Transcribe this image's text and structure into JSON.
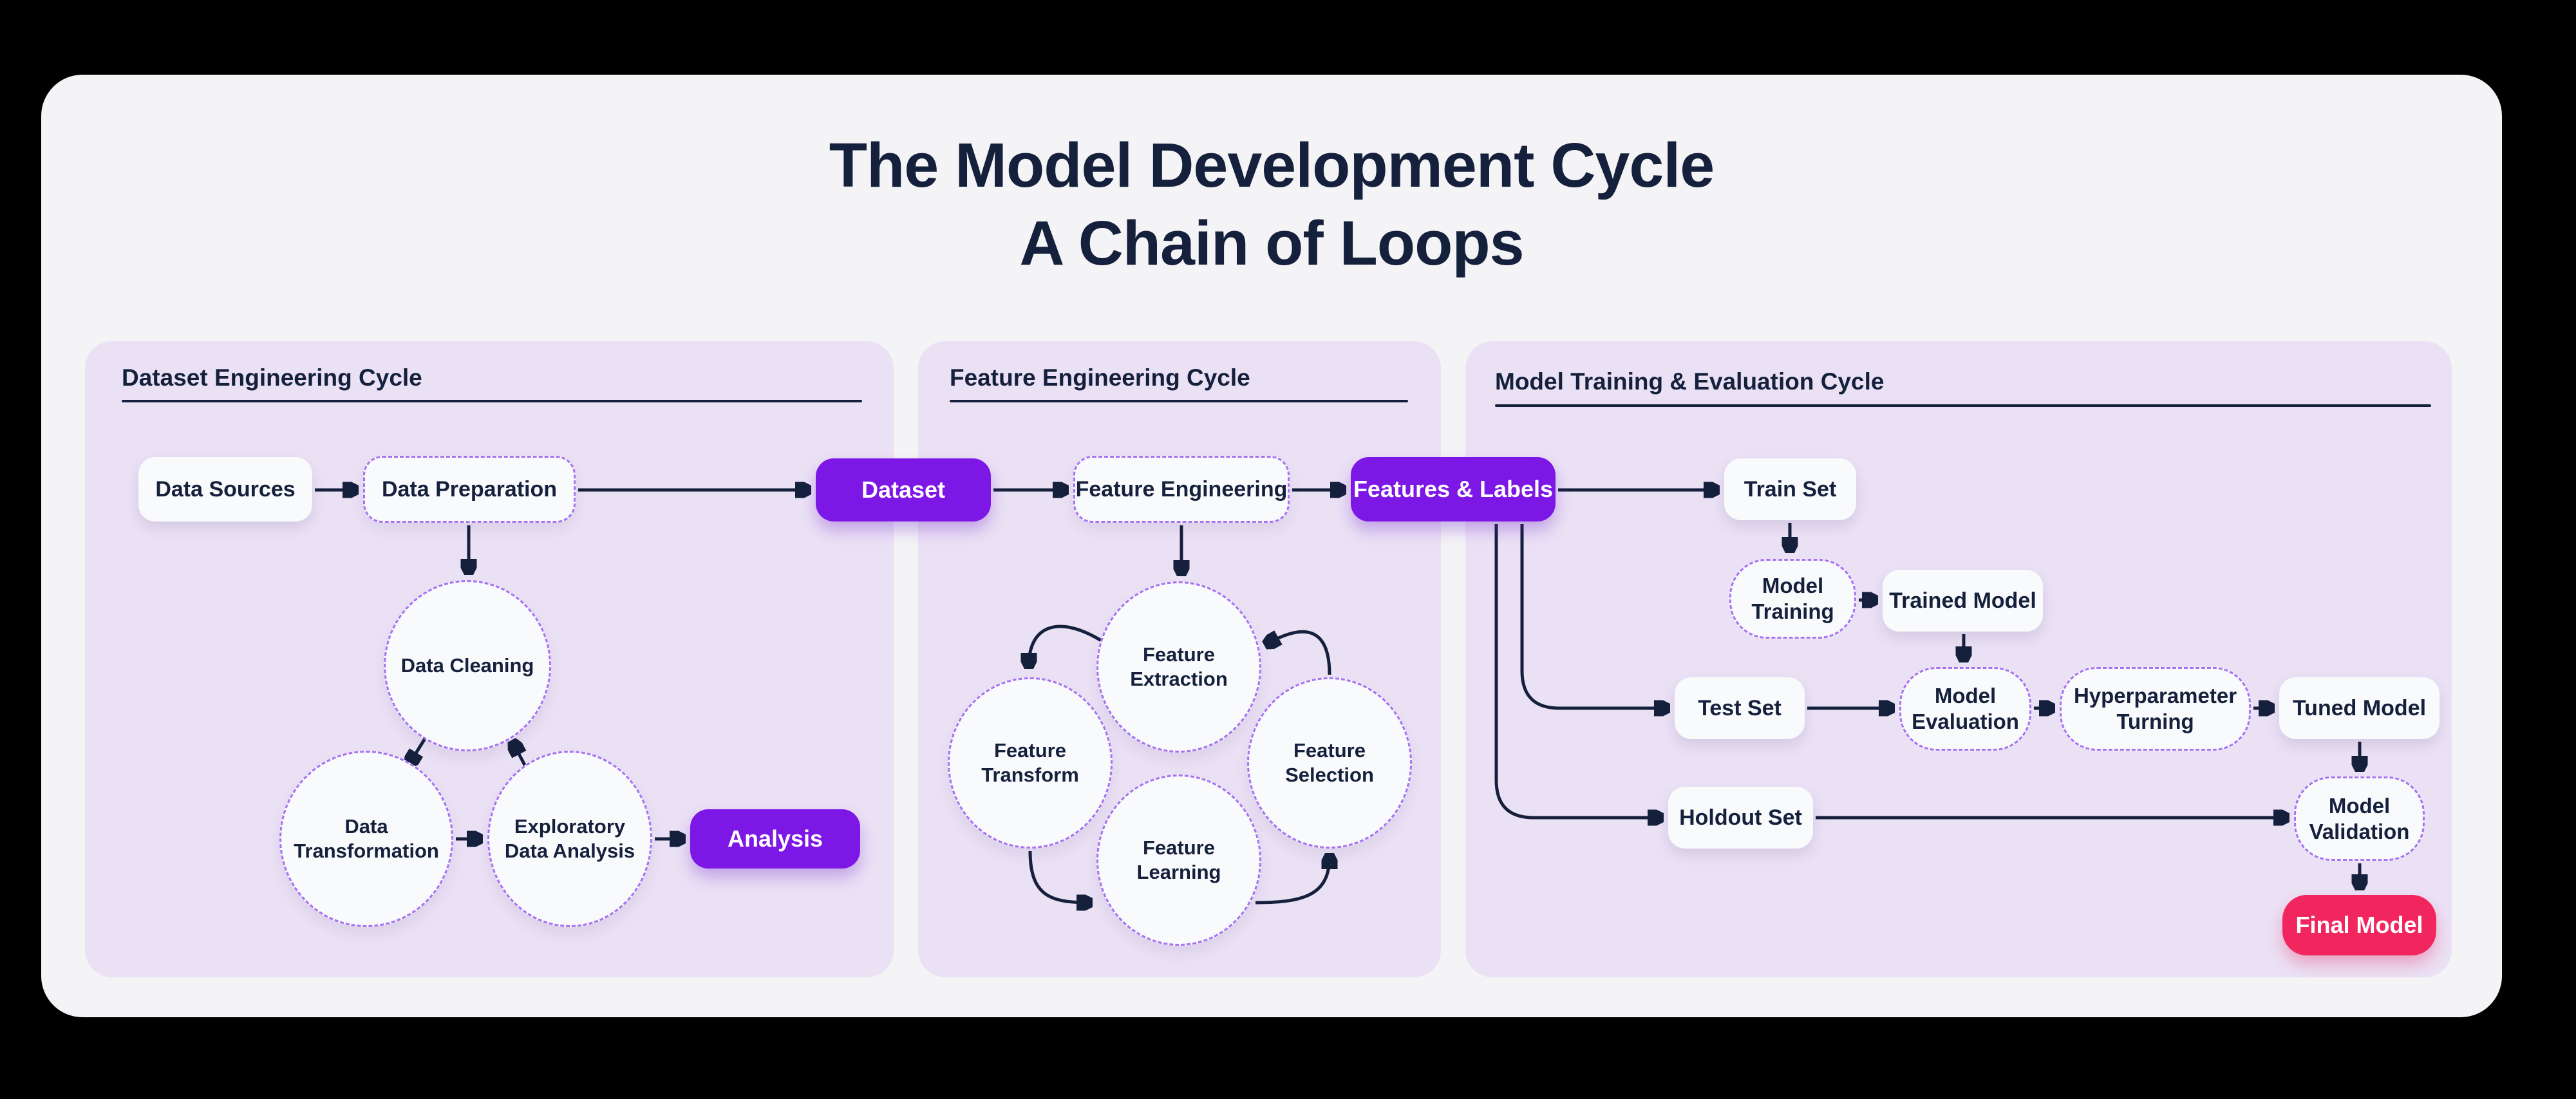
{
  "title": {
    "line1": "The Model Development Cycle",
    "line2": "A Chain of Loops"
  },
  "panels": [
    {
      "header": "Dataset Engineering Cycle",
      "nodes": {
        "data_sources": "Data Sources",
        "data_preparation": "Data Preparation",
        "dataset": "Dataset",
        "data_cleaning": "Data Cleaning",
        "data_transformation": "Data Transformation",
        "eda": "Exploratory Data Analysis",
        "analysis": "Analysis"
      }
    },
    {
      "header": "Feature Engineering Cycle",
      "nodes": {
        "feature_engineering": "Feature Engineering",
        "features_labels": "Features & Labels",
        "feature_extraction": "Feature Extraction",
        "feature_transform": "Feature Transform",
        "feature_selection": "Feature Selection",
        "feature_learning": "Feature Learning"
      }
    },
    {
      "header": "Model Training & Evaluation Cycle",
      "nodes": {
        "train_set": "Train Set",
        "model_training": "Model Training",
        "trained_model": "Trained Model",
        "test_set": "Test Set",
        "model_evaluation": "Model Evaluation",
        "hyperparameter_turning": "Hyperparameter Turning",
        "tuned_model": "Tuned Model",
        "holdout_set": "Holdout Set",
        "model_validation": "Model Validation",
        "final_model": "Final Model"
      }
    }
  ],
  "edges": [
    {
      "from": "Data Sources",
      "to": "Data Preparation"
    },
    {
      "from": "Data Preparation",
      "to": "Dataset"
    },
    {
      "from": "Data Preparation",
      "to": "Data Cleaning"
    },
    {
      "from": "Data Cleaning",
      "to": "Data Transformation"
    },
    {
      "from": "Data Transformation",
      "to": "Exploratory Data Analysis"
    },
    {
      "from": "Exploratory Data Analysis",
      "to": "Data Cleaning"
    },
    {
      "from": "Exploratory Data Analysis",
      "to": "Analysis"
    },
    {
      "from": "Dataset",
      "to": "Feature Engineering"
    },
    {
      "from": "Feature Engineering",
      "to": "Features & Labels"
    },
    {
      "from": "Feature Engineering",
      "to": "Feature Extraction"
    },
    {
      "from": "Feature Extraction",
      "to": "Feature Transform"
    },
    {
      "from": "Feature Transform",
      "to": "Feature Learning"
    },
    {
      "from": "Feature Learning",
      "to": "Feature Selection"
    },
    {
      "from": "Feature Selection",
      "to": "Feature Extraction"
    },
    {
      "from": "Features & Labels",
      "to": "Train Set"
    },
    {
      "from": "Features & Labels",
      "to": "Test Set"
    },
    {
      "from": "Features & Labels",
      "to": "Holdout Set"
    },
    {
      "from": "Train Set",
      "to": "Model Training"
    },
    {
      "from": "Model Training",
      "to": "Trained Model"
    },
    {
      "from": "Trained Model",
      "to": "Model Evaluation"
    },
    {
      "from": "Test Set",
      "to": "Model Evaluation"
    },
    {
      "from": "Model Evaluation",
      "to": "Hyperparameter Turning"
    },
    {
      "from": "Hyperparameter Turning",
      "to": "Tuned Model"
    },
    {
      "from": "Tuned Model",
      "to": "Model Validation"
    },
    {
      "from": "Holdout Set",
      "to": "Model Validation"
    },
    {
      "from": "Model Validation",
      "to": "Final Model"
    }
  ],
  "colors": {
    "background": "#000000",
    "card": "#f4f4f6",
    "panel": "#ebe1f5",
    "navy": "#15203c",
    "accent_purple": "#7d17e6",
    "accent_pink": "#f2265e",
    "dashed_border": "#a873f3",
    "node_fill": "#f9fafc",
    "accent_text": "#ffffff"
  }
}
